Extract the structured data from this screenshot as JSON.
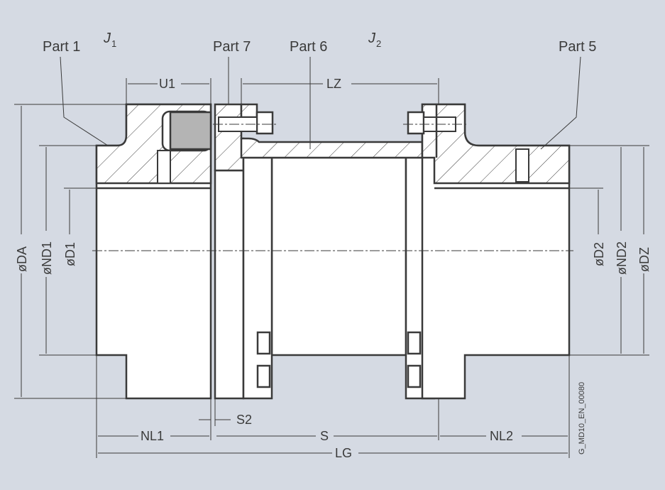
{
  "labels": {
    "part1": "Part 1",
    "j1": "J",
    "j1_sub": "1",
    "part7": "Part 7",
    "part6": "Part 6",
    "j2": "J",
    "j2_sub": "2",
    "part5": "Part 5"
  },
  "dimensions": {
    "u1": "U1",
    "lz": "LZ",
    "da": "øDA",
    "nd1": "øND1",
    "d1": "øD1",
    "d2": "øD2",
    "nd2": "øND2",
    "dz": "øDZ",
    "s2": "S2",
    "nl1": "NL1",
    "s": "S",
    "nl2": "NL2",
    "lg": "LG"
  },
  "drawing_code": "G_MD10_EN_00080",
  "colors": {
    "background": "#d5dae3",
    "line": "#3a3a3a",
    "element": "#b4b4b4"
  }
}
